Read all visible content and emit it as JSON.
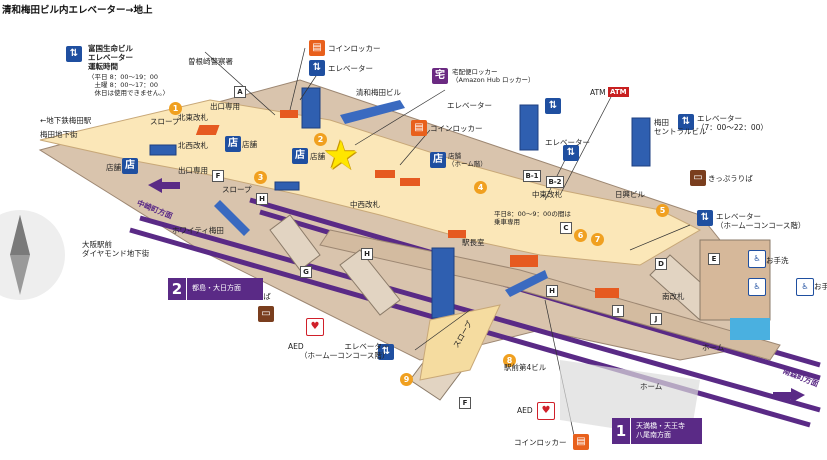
{
  "header": {
    "title": "清和梅田ビル内エレベーター→地上"
  },
  "labels": {
    "tomikoku": "富国生命ビル\nエレベーター\n運転時間",
    "tomikoku_hours": "〈平日 8：00〜19：00\n　土曜 8：00〜17：00\n　休日は使用できません。〉",
    "sonezaki": "曽根崎警察署",
    "coin_locker_top": "コインロッカー",
    "elevator_top": "エレベーター",
    "takkyu": "宅配便ロッカー\n（Amazon Hub ロッカー）",
    "seiwa": "清和梅田ビル",
    "atm": "ATM",
    "elevator_mid": "エレベーター",
    "coin_locker_mid": "コインロッカー",
    "elevator_right": "エレベーター\n（7：00〜22：00）",
    "umeda_central": "梅田\nセントラルビル",
    "to_nishiumeda": "←地下鉄梅田駅",
    "umeda_chika": "梅田地下街",
    "exit_only_1": "出口専用",
    "kita_kaisatsu": "北東改札",
    "slope_1": "スロープ",
    "kitanishi_kaisatsu": "北西改札",
    "tenpo_left": "店舗",
    "tenpo_a": "店舗",
    "tenpo_b": "店舗",
    "tenpo_home": "店舗\n（ホーム階）",
    "exit_only_2": "出口専用",
    "slope_2": "スロープ",
    "nakahigashi": "中東改札",
    "elevator_c": "エレベーター",
    "nakanishi": "中西改札",
    "hours_note": "平日8：00〜9：00の間は\n乗車専用",
    "nichiko": "日興ビル",
    "kippu_right": "きっぷうりば",
    "elevator_home": "エレベーター\n（ホーム一コンコース階）",
    "toilet_1": "お手洗",
    "toilet_2": "お手",
    "ekichoshitsu": "駅長室",
    "minami_kaisatsu": "南改札",
    "home_1": "ホーム",
    "home_2": "ホーム",
    "whity": "ホワイティ梅田",
    "osaka_ekimae": "大阪駅前\nダイヤモンド地下街",
    "nakazakicho": "中崎町方面",
    "minamimorimachi": "南森町方面",
    "kippu_left": "きっぷうりば",
    "aed_1": "AED",
    "aed_2": "AED",
    "elevator_bottom": "エレベーター\n（ホーム一コンコース階）",
    "slope_3": "スロープ",
    "ekimae_4": "駅前第4ビル",
    "coin_locker_bottom": "コインロッカー"
  },
  "exits": {
    "A": "A",
    "B1": "B-1",
    "B2": "B-2",
    "C": "C",
    "D": "D",
    "E": "E",
    "F": "F",
    "F2": "F",
    "G": "G",
    "H1": "H",
    "H2": "H",
    "H3": "H",
    "I": "I",
    "J": "J"
  },
  "numbers": [
    "1",
    "2",
    "3",
    "4",
    "5",
    "6",
    "7",
    "8",
    "9"
  ],
  "icons": {
    "shop": "店",
    "takkyu": "宅",
    "elevator": "⇅",
    "locker": "▤",
    "aed": "♥",
    "kippu": "▭",
    "toilet": "♿"
  },
  "lines": {
    "line2": {
      "num": "2",
      "text": "都島・大日方面"
    },
    "line1": {
      "num": "1",
      "text": "天満橋・天王寺\n八尾南方面"
    }
  },
  "colors": {
    "concourse": "#fbe7b8",
    "floor": "#d6c0a8",
    "track": "#5a2a86",
    "shop_orange": "#e65a20",
    "building_blue": "#2f5fb0"
  }
}
